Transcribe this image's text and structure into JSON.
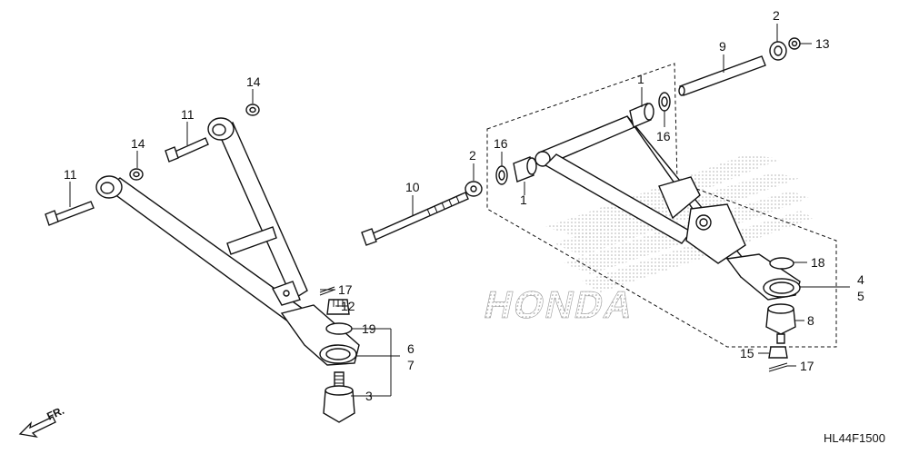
{
  "callouts": {
    "c1a": "1",
    "c1b": "1",
    "c2a": "2",
    "c2b": "2",
    "c3": "3",
    "c4": "4",
    "c5": "5",
    "c6": "6",
    "c7": "7",
    "c8": "8",
    "c9": "9",
    "c10": "10",
    "c11a": "11",
    "c11b": "11",
    "c12": "12",
    "c13": "13",
    "c14a": "14",
    "c14b": "14",
    "c15": "15",
    "c16a": "16",
    "c16b": "16",
    "c17a": "17",
    "c17b": "17",
    "c18": "18",
    "c19": "19"
  },
  "brand": "HONDA",
  "direction_label": "FR.",
  "diagram_code": "HL44F1500",
  "colors": {
    "line": "#111111",
    "dots": "#9a9a9a"
  }
}
